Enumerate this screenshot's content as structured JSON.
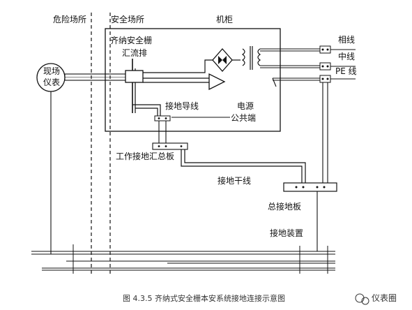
{
  "zones": {
    "hazardous": "危险场所",
    "safe": "安全场所",
    "cabinet": "机柜"
  },
  "labels": {
    "barrier": "齐纳安全栅",
    "busbar": "汇流排",
    "field_instrument_1": "现场",
    "field_instrument_2": "仪表",
    "grounding_conductor": "接地导线",
    "power_common_1": "电源",
    "power_common_2": "公共端",
    "work_ground_busbar": "工作接地汇总板",
    "ground_trunk": "接地干线",
    "main_ground_plate": "总接地板",
    "ground_device": "接地装置",
    "phase_line": "相线",
    "neutral_line": "中线",
    "pe_line": "PE 线"
  },
  "caption": "图 4.3.5 齐纳式安全栅本安系统接地连接示意图",
  "watermark": "仪表圈",
  "colors": {
    "line": "#111111",
    "text": "#111111"
  }
}
